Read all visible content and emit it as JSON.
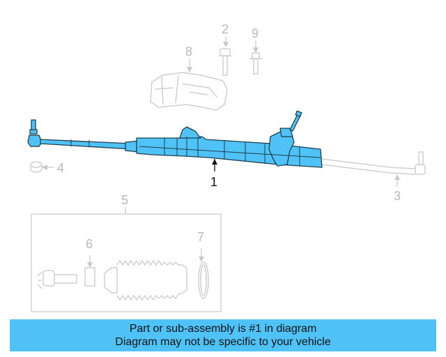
{
  "diagram": {
    "callouts": {
      "c1": "1",
      "c2": "2",
      "c3": "3",
      "c4": "4",
      "c5": "5",
      "c6": "6",
      "c7": "7",
      "c8": "8",
      "c9": "9"
    }
  },
  "banner": {
    "line1": "Part or sub-assembly is #1 in diagram",
    "line2": "Diagram may not be specific to your vehicle"
  },
  "colors": {
    "highlight": "#4fc3f7",
    "outline": "#1f3d4a",
    "ghost": "#c8c8c8",
    "banner": "#4fc3f7"
  }
}
